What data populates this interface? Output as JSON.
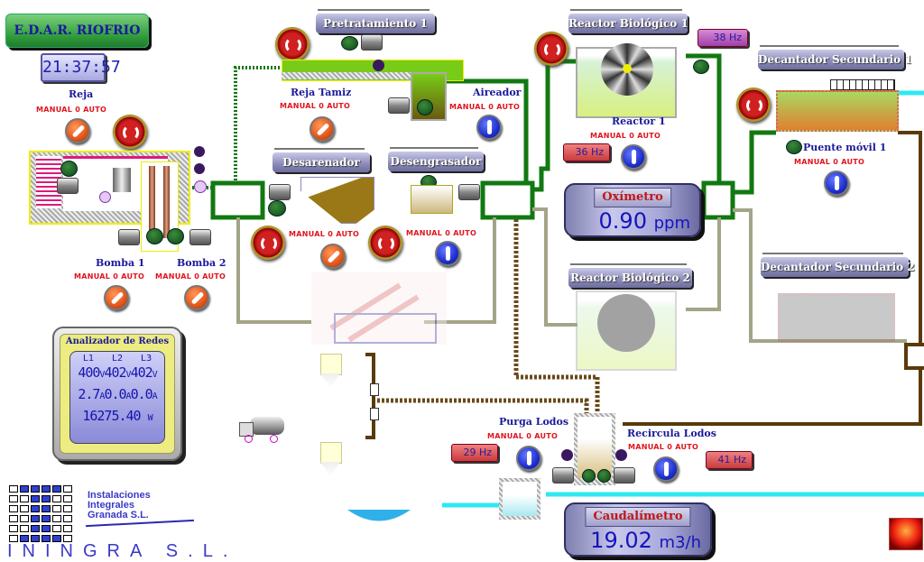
{
  "header": {
    "title": "E.D.A.R. RIOFRIO",
    "clock": "21:37:57"
  },
  "mode_label": "MANUAL 0 AUTO",
  "sections": {
    "pretratamiento1": "Pretratamiento 1",
    "desarenador": "Desarenador",
    "desengrasador": "Desengrasador",
    "reactor1": "Reactor Biológico 1",
    "reactor2": "Reactor Biológico 2",
    "decantador1": "Decantador Secundario 1",
    "decantador2": "Decantador Secundario 2"
  },
  "equipment": {
    "reja": {
      "label": "Reja",
      "mode": "manual"
    },
    "bomba1": {
      "label": "Bomba 1",
      "mode": "manual"
    },
    "bomba2": {
      "label": "Bomba 2",
      "mode": "manual"
    },
    "reja_tamiz": {
      "label": "Reja Tamiz",
      "mode": "manual"
    },
    "aireador": {
      "label": "Aireador",
      "mode": "auto"
    },
    "desarenador": {
      "mode": "manual"
    },
    "desengrasador": {
      "mode": "auto"
    },
    "reactor1": {
      "label": "Reactor 1",
      "mode": "auto",
      "freq": "36 Hz",
      "freq_top": "38 Hz"
    },
    "puente_movil1": {
      "label": "Puente móvil 1",
      "mode": "auto"
    },
    "purga_lodos": {
      "label": "Purga Lodos",
      "mode": "auto",
      "freq": "29 Hz"
    },
    "recircula_lodos": {
      "label": "Recircula Lodos",
      "mode": "auto",
      "freq": "41 Hz"
    }
  },
  "oximetro": {
    "title": "Oxímetro",
    "value": "0.90",
    "unit": "ppm"
  },
  "caudalimetro": {
    "title": "Caudalímetro",
    "value": "19.02",
    "unit": "m3/h"
  },
  "analizador": {
    "title": "Analizador de Redes",
    "phases": [
      "L1",
      "L2",
      "L3"
    ],
    "voltages": [
      "400",
      "402",
      "402"
    ],
    "voltage_unit": "V",
    "currents": [
      "2.7",
      "0.0",
      "0.0"
    ],
    "current_unit": "A",
    "power": "16275.40",
    "power_unit": "W"
  },
  "company": {
    "lines": [
      "Instalaciones",
      "Integrales",
      "Granada S.L."
    ],
    "short": "ININGRA S.L."
  },
  "colors": {
    "pipe_green": "#127812",
    "pipe_grey": "#a4a488",
    "pipe_brown": "#5a3a0a",
    "pipe_cyan": "#30e8f0",
    "mode_red": "#e0141e",
    "label_blue": "#1a1a9a"
  }
}
